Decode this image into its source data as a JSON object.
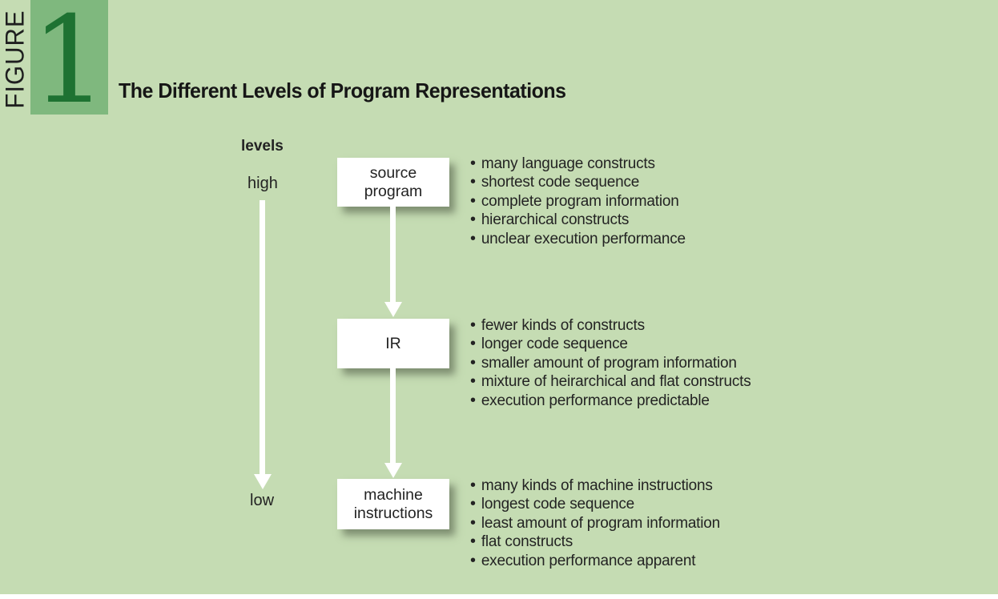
{
  "figure": {
    "label": "FIGURE",
    "number": "1",
    "title": "The Different Levels of Program Representations"
  },
  "axis": {
    "title": "levels",
    "top_label": "high",
    "bottom_label": "low"
  },
  "nodes": [
    {
      "label_lines": [
        "source",
        "program"
      ],
      "bullets": [
        "many language constructs",
        "shortest code sequence",
        "complete program information",
        "hierarchical constructs",
        "unclear execution performance"
      ]
    },
    {
      "label_lines": [
        "IR",
        ""
      ],
      "bullets": [
        "fewer kinds of constructs",
        "longer code sequence",
        "smaller amount of program information",
        "mixture of heirarchical and flat constructs",
        "execution performance predictable"
      ]
    },
    {
      "label_lines": [
        "machine",
        "instructions"
      ],
      "bullets": [
        "many kinds of machine instructions",
        "longest code sequence",
        "least amount of program information",
        "flat constructs",
        "execution performance apparent"
      ]
    }
  ],
  "ui": {
    "bullet_glyph": "•"
  },
  "colors": {
    "background": "#c5dcb3",
    "figure_square": "#7fb87e",
    "figure_numeral": "#1e7232",
    "box_fill": "#ffffff",
    "text": "#232323",
    "arrow": "#ffffff",
    "page": "#ffffff"
  }
}
